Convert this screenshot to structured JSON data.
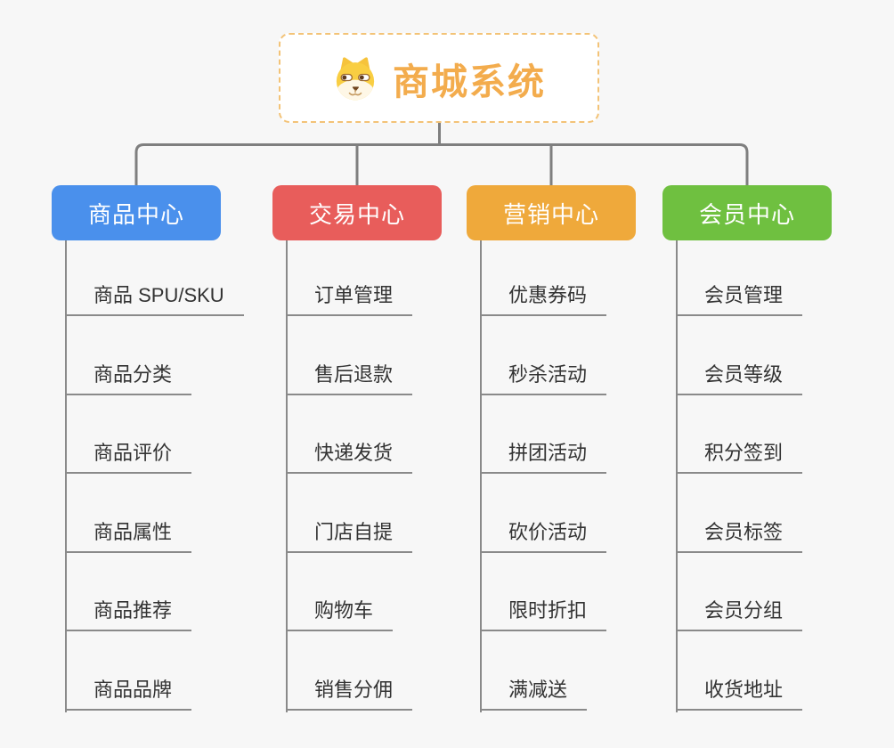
{
  "colors": {
    "background": "#F7F7F7",
    "tree_connector": "#7F7F7F",
    "leaf_line": "#8A8A8A",
    "leaf_text": "#333333",
    "root_text": "#F3AC4D",
    "root_border": "#F3C377",
    "branch_text": "#FFFFFF"
  },
  "root": {
    "label": "商城系统",
    "icon": "dog-face-icon"
  },
  "branches": [
    {
      "label": "商品中心",
      "color": "#4A90EC",
      "items": [
        "商品 SPU/SKU",
        "商品分类",
        "商品评价",
        "商品属性",
        "商品推荐",
        "商品品牌"
      ]
    },
    {
      "label": "交易中心",
      "color": "#E85D5B",
      "items": [
        "订单管理",
        "售后退款",
        "快递发货",
        "门店自提",
        "购物车",
        "销售分佣"
      ]
    },
    {
      "label": "营销中心",
      "color": "#EFA93B",
      "items": [
        "优惠券码",
        "秒杀活动",
        "拼团活动",
        "砍价活动",
        "限时折扣",
        "满减送"
      ]
    },
    {
      "label": "会员中心",
      "color": "#6FC040",
      "items": [
        "会员管理",
        "会员等级",
        "积分签到",
        "会员标签",
        "会员分组",
        "收货地址"
      ]
    }
  ]
}
